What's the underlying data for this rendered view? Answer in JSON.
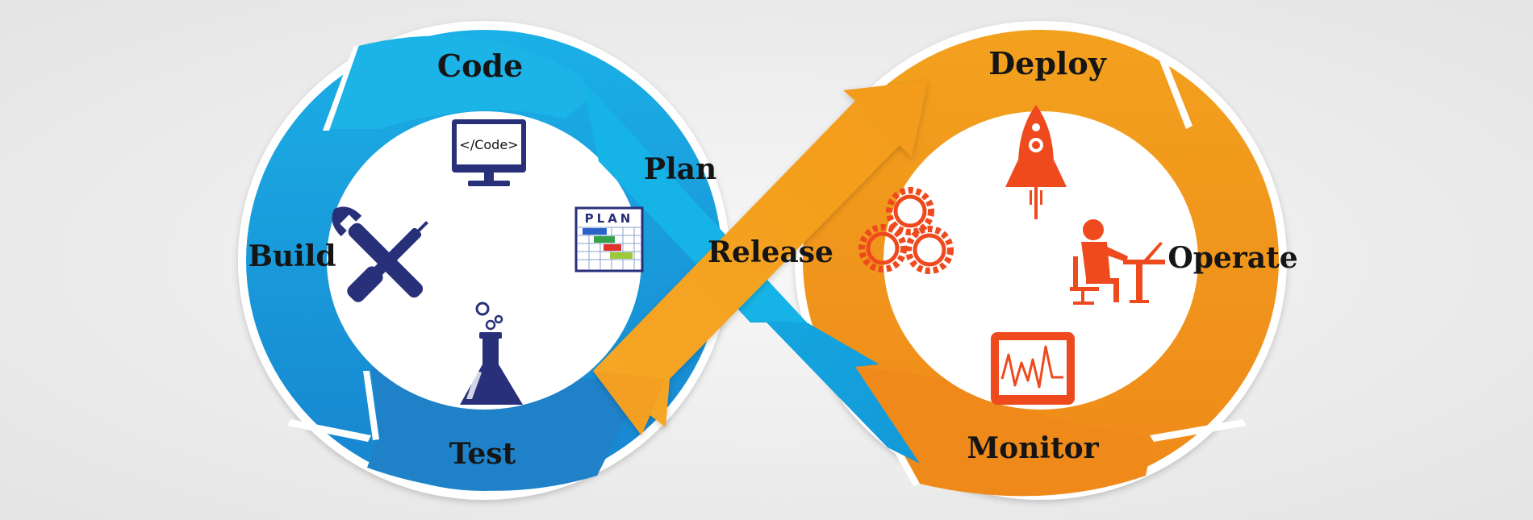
{
  "stages": [
    {
      "id": "code",
      "label": "Code",
      "icon": "monitor-icon",
      "color": "#1aa6dc"
    },
    {
      "id": "plan",
      "label": "Plan",
      "icon": "plan-chart-icon",
      "color": "#1ab3e0"
    },
    {
      "id": "build",
      "label": "Build",
      "icon": "tools-icon",
      "color": "#1a8fd4"
    },
    {
      "id": "test",
      "label": "Test",
      "icon": "flask-icon",
      "color": "#2b7fc6"
    },
    {
      "id": "release",
      "label": "Release",
      "icon": "gears-icon",
      "color": "#f5a623"
    },
    {
      "id": "deploy",
      "label": "Deploy",
      "icon": "rocket-icon",
      "color": "#f39c1a"
    },
    {
      "id": "operate",
      "label": "Operate",
      "icon": "operator-icon",
      "color": "#f08a1c"
    },
    {
      "id": "monitor",
      "label": "Monitor",
      "icon": "monitor-graph-icon",
      "color": "#ee7d1a"
    }
  ],
  "icons": {
    "code_screen_text": "</Code>",
    "plan_board_title": "PLAN"
  },
  "colors": {
    "blue_dark": "#1e86cf",
    "blue_light": "#19b4e3",
    "orange": "#f29a1f",
    "orange_dark": "#ef7a19",
    "navy_icon": "#28307a",
    "red_icon": "#ee4a1e"
  }
}
